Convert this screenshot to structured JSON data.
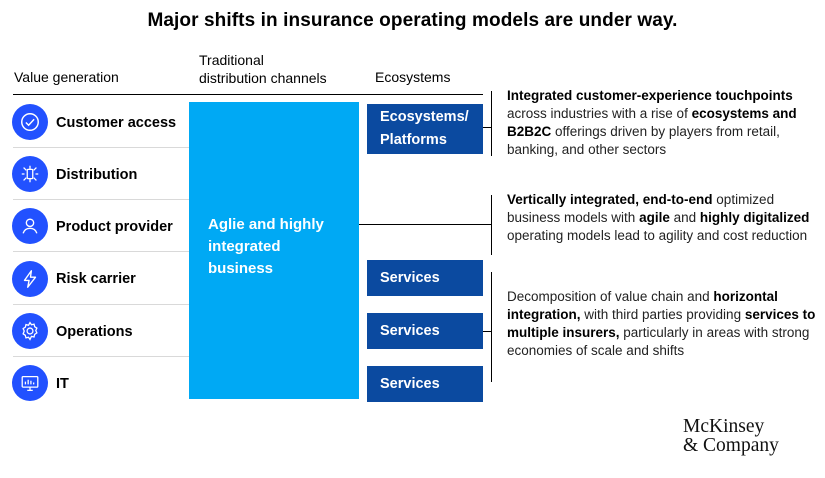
{
  "title": "Major shifts in insurance operating models are under way.",
  "columns": {
    "value_generation": "Value generation",
    "traditional_line1": "Traditional",
    "traditional_line2": "distribution channels",
    "ecosystems": "Ecosystems"
  },
  "value_chain": [
    {
      "label": "Customer access",
      "icon": "check-circle-icon"
    },
    {
      "label": "Distribution",
      "icon": "distribution-network-icon"
    },
    {
      "label": "Product provider",
      "icon": "person-icon"
    },
    {
      "label": "Risk carrier",
      "icon": "lightning-icon"
    },
    {
      "label": "Operations",
      "icon": "gear-icon"
    },
    {
      "label": "IT",
      "icon": "monitor-icon"
    }
  ],
  "agile_block": {
    "line1": "Aglie and highly",
    "line2": "integrated",
    "line3": "business"
  },
  "ecosystem_box": {
    "line1": "Ecosystems/",
    "line2": "Platforms"
  },
  "services_boxes": [
    "Services",
    "Services",
    "Services"
  ],
  "descriptions": [
    {
      "parts": [
        {
          "text": "Integrated customer-experience touchpoints",
          "bold": true
        },
        {
          "text": " across industries with a rise of ",
          "bold": false
        },
        {
          "text": "ecosystems and B2B2C",
          "bold": true
        },
        {
          "text": " offerings driven by players from retail, banking, and other sectors",
          "bold": false
        }
      ]
    },
    {
      "parts": [
        {
          "text": "Vertically integrated, end-to-end",
          "bold": true
        },
        {
          "text": " optimized business models with ",
          "bold": false
        },
        {
          "text": "agile",
          "bold": true
        },
        {
          "text": " and ",
          "bold": false
        },
        {
          "text": "highly digitalized",
          "bold": true
        },
        {
          "text": " operating models lead to agility and cost reduction",
          "bold": false
        }
      ]
    },
    {
      "parts": [
        {
          "text": "Decomposition of value chain and ",
          "bold": false
        },
        {
          "text": "horizontal integration,",
          "bold": true
        },
        {
          "text": " with third parties providing ",
          "bold": false
        },
        {
          "text": "services to multiple insurers,",
          "bold": true
        },
        {
          "text": " particularly in areas with strong economies of scale and shifts",
          "bold": false
        }
      ]
    }
  ],
  "logo": {
    "line1": "McKinsey",
    "line2": "& Company"
  },
  "colors": {
    "icon_blue": "#2251ff",
    "agile_cyan": "#00a9f4",
    "box_navy": "#0b4aa0"
  }
}
